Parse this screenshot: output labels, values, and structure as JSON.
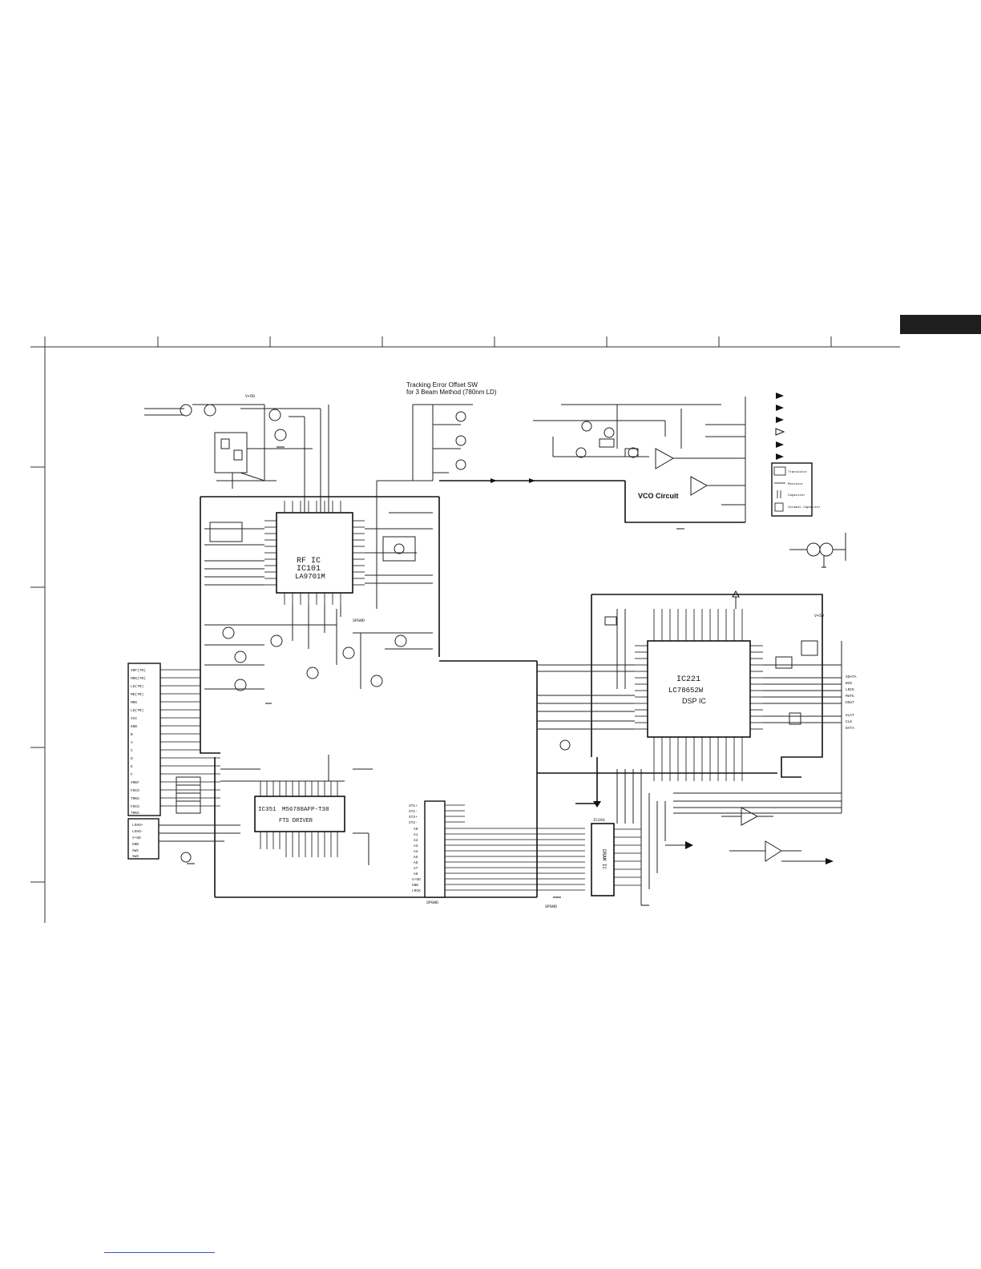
{
  "header": {
    "title_line1": "Tracking Error Offset SW",
    "title_line2": "for 3 Beam Method (780nm LD)"
  },
  "ics": {
    "rf": {
      "name_line1": "RF IC",
      "name_line2": "IC101",
      "part": "LA9701M"
    },
    "dsp": {
      "name": "IC221",
      "part": "LC78652W",
      "function": "DSP IC"
    },
    "driver": {
      "name": "IC351",
      "part": "M56788AFP-T38",
      "function": "FTS DRIVER"
    },
    "mem": {
      "name": "IC291",
      "function": "DRAM IC"
    }
  },
  "labels": {
    "vco": "VCO Circuit",
    "vcc": "V+5D",
    "gnd": "SPGND"
  },
  "connector_left": {
    "pins": [
      "VRF(TR)",
      "MRG(TR)",
      "LD(TR)",
      "MD(TR)",
      "MRG",
      "LD(TR)",
      "VCC",
      "GND",
      "B",
      "A",
      "C",
      "D",
      "E",
      "F",
      "VREF",
      "FOCS",
      "TRKG",
      "FOCS",
      "TRKG"
    ]
  },
  "connector_loading": {
    "pins": [
      "LOAD+",
      "LOAD-",
      "V+5D",
      "GND",
      "SW1",
      "SW2"
    ]
  },
  "connector_center": {
    "pins": [
      "ST1+",
      "ST1-",
      "ST2+",
      "ST2-",
      "A0",
      "A1",
      "A2",
      "A3",
      "A4",
      "A5",
      "A6",
      "A7",
      "A8",
      "V+5D",
      "GND",
      "LRCK"
    ]
  },
  "connector_right": {
    "pins": [
      "SDATA",
      "BCK",
      "LRCK",
      "MUTE",
      "DOUT",
      "XLAT",
      "CLK",
      "DATA"
    ]
  },
  "legend": {
    "items": [
      "Transistor",
      "Resistor",
      "Capacitor",
      "Ceramic Capacitor"
    ]
  }
}
